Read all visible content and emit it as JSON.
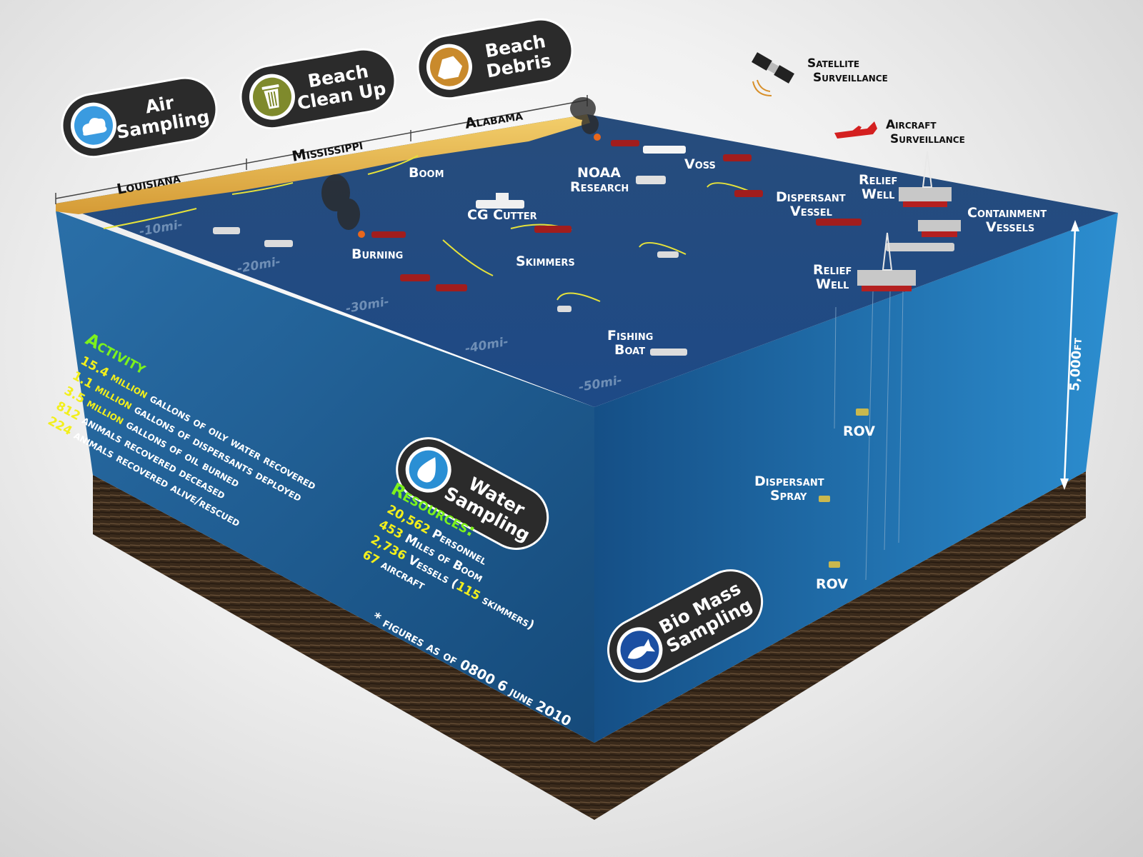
{
  "legend_pills": {
    "air_sampling": [
      "Air",
      "Sampling"
    ],
    "beach_clean_up": [
      "Beach",
      "Clean Up"
    ],
    "beach_debris": [
      "Beach",
      "Debris"
    ],
    "water_sampling": [
      "Water",
      "Sampling"
    ],
    "bio_mass_sampling": [
      "Bio Mass",
      "Sampling"
    ]
  },
  "states": {
    "louisiana": "Louisiana",
    "mississippi": "Mississippi",
    "alabama": "Alabama"
  },
  "surveillance": {
    "satellite": [
      "Satellite",
      "Surveillance"
    ],
    "aircraft": [
      "Aircraft",
      "Surveillance"
    ]
  },
  "surface_labels": {
    "boom": "Boom",
    "noaa": [
      "NOAA",
      "Research"
    ],
    "voss": "Voss",
    "dispersant_vessel": [
      "Dispersant",
      "Vessel"
    ],
    "relief_well_1": [
      "Relief",
      "Well"
    ],
    "containment": [
      "Containment",
      "Vessels"
    ],
    "relief_well_2": [
      "Relief",
      "Well"
    ],
    "cg_cutter": "CG Cutter",
    "burning": "Burning",
    "skimmers": "Skimmers",
    "fishing_boat": [
      "Fishing",
      "Boat"
    ]
  },
  "distance_markers": [
    "-10mi-",
    "-20mi-",
    "-30mi-",
    "-40mi-",
    "-50mi-"
  ],
  "depth_label": "5,000ft",
  "subsea_labels": {
    "rov_1": "ROV",
    "dispersant_spray": [
      "Dispersant",
      "Spray"
    ],
    "rov_2": "ROV"
  },
  "activity": {
    "heading": "Activity",
    "items": [
      {
        "num": "15.4 million",
        "text": " gallons of oily water recovered"
      },
      {
        "num": "1.1 million",
        "text": " gallons of dispersants deployed"
      },
      {
        "num": "3.5 million",
        "text": " gallons of oil burned"
      },
      {
        "num": "812",
        "text": " animals recovered deceased"
      },
      {
        "num": "224",
        "text": " animals recovered alive/rescued"
      }
    ]
  },
  "resources": {
    "heading": "Resources:",
    "items": [
      {
        "num": "20,562",
        "text": " Personnel"
      },
      {
        "num": "453",
        "text": " Miles of Boom"
      },
      {
        "num": "2,736",
        "text": " Vessels (",
        "num2": "115",
        "text2": " skimmers)"
      },
      {
        "num": "67",
        "text": " aircraft"
      }
    ]
  },
  "footnote": "* figures as of 0800 6 june 2010",
  "colors": {
    "ocean_surface": "#1f4f86",
    "ocean_side": "#1a5c96",
    "seabed": "#3a2a1b",
    "beach": "#e2b24a",
    "pill": "#2b2b2b",
    "activity_green": "#7df21c",
    "number_yellow": "#f2ef1c"
  }
}
